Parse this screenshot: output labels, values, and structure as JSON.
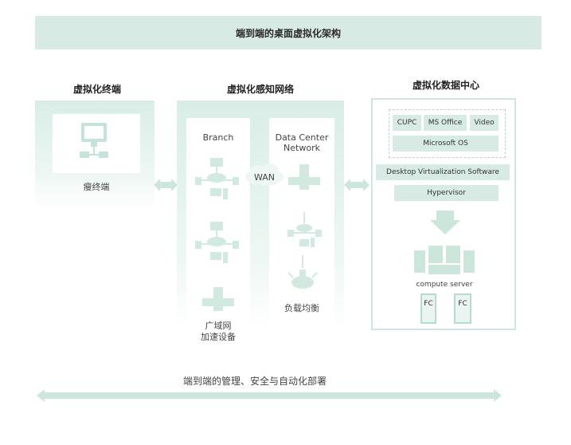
{
  "banner": {
    "title": "端到端的桌面虚拟化架构"
  },
  "columns": {
    "terminal": {
      "title": "虚拟化终端",
      "label": "瘦终端"
    },
    "network": {
      "title": "虚拟化感知网络",
      "branch_label": "Branch",
      "wan_label": "WAN",
      "dc_label": "Data Center Network",
      "wan_accel_label_line1": "广域网",
      "wan_accel_label_line2": "加速设备",
      "load_balance_label": "负载均衡"
    },
    "datacenter": {
      "title": "虚拟化数据中心",
      "apps": [
        "CUPC",
        "MS Office",
        "Video"
      ],
      "os": "Microsoft OS",
      "dvs": "Desktop Virtualization Software",
      "hypervisor": "Hypervisor",
      "compute": "compute server",
      "fc": [
        "FC",
        "FC"
      ]
    }
  },
  "footer": {
    "label": "端到端的管理、安全与自动化部署"
  },
  "colors": {
    "banner": "#d7ebe4",
    "accent": "#c6e3d8",
    "arrow": "#cde6dc"
  }
}
